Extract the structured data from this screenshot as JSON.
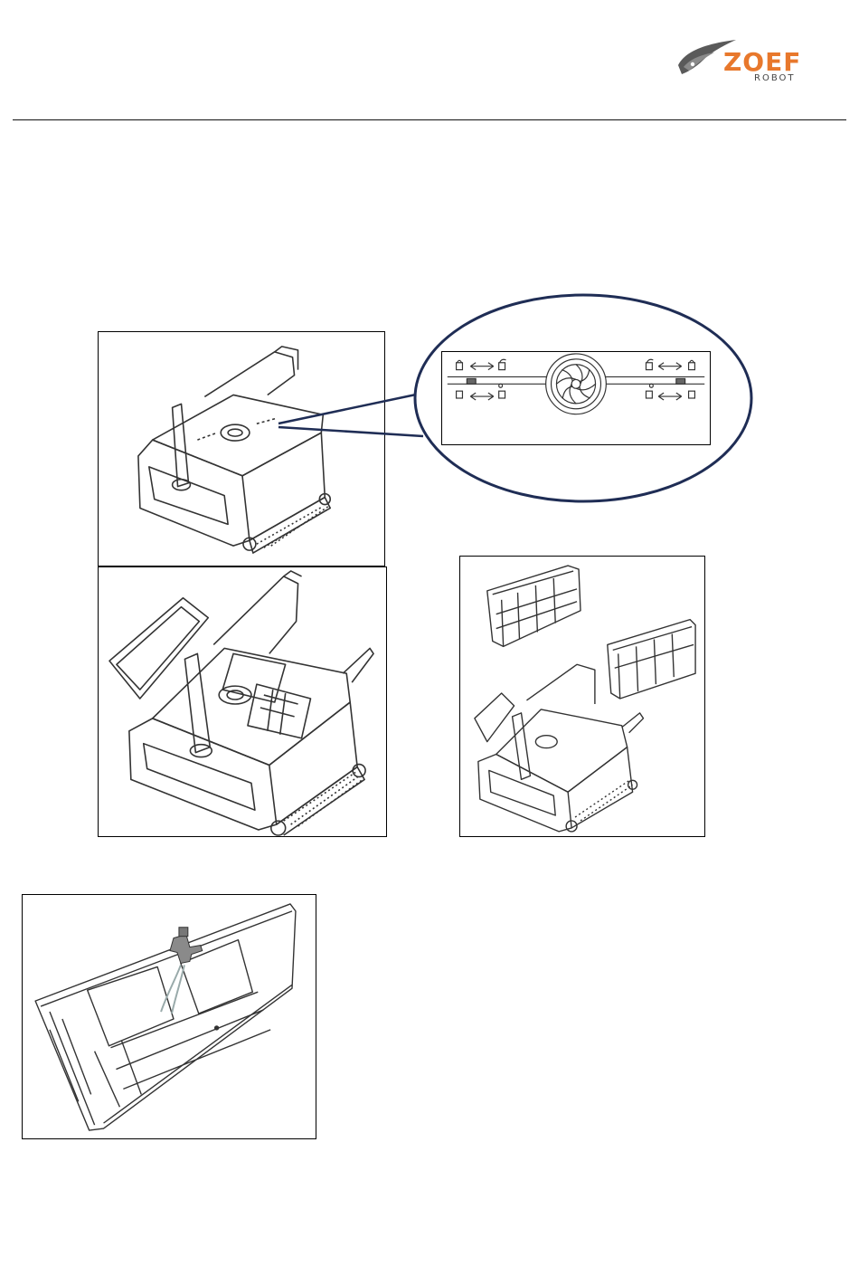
{
  "header": {
    "logo": {
      "wordmark": "ZOEF",
      "subtitle": "ROBOT",
      "icon": "zoef-bird-icon",
      "accent_color": "#e8782c"
    }
  },
  "figures": [
    {
      "id": "robot-closed",
      "icon": "robot-lid-closed-icon"
    },
    {
      "id": "latch-detail",
      "icon": "lock-unlock-arrows-icon"
    },
    {
      "id": "robot-open",
      "icon": "robot-lid-open-icon"
    },
    {
      "id": "filter-removed",
      "icon": "filter-basket-icon"
    },
    {
      "id": "filter-rinse",
      "icon": "water-tap-icon"
    }
  ]
}
